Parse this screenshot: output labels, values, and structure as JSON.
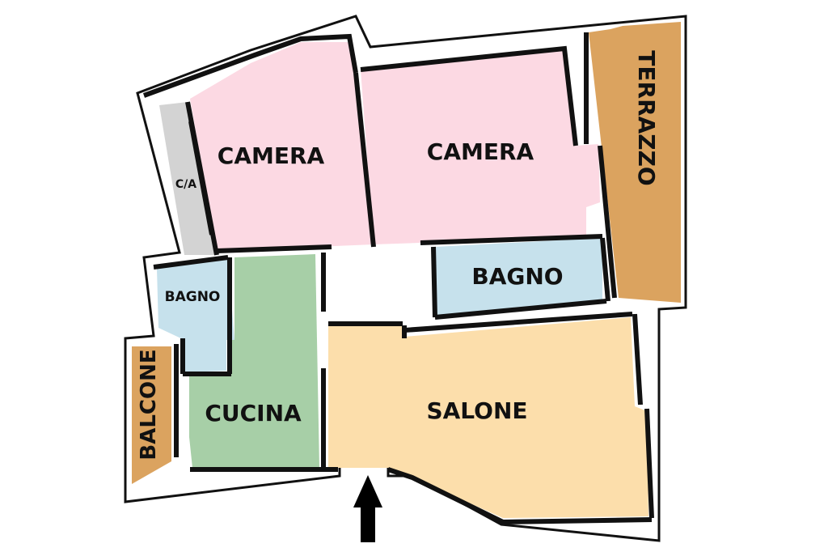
{
  "plan": {
    "rooms": {
      "camera_left": {
        "label": "CAMERA",
        "color": "#fcd9e3"
      },
      "camera_right": {
        "label": "CAMERA",
        "color": "#fcd9e3"
      },
      "ca": {
        "label": "C/A",
        "color": "#d3d3d3"
      },
      "terrazzo": {
        "label": "TERRAZZO",
        "color": "#dba35f"
      },
      "bagno_small": {
        "label": "BAGNO",
        "color": "#c6e1ec"
      },
      "bagno_main": {
        "label": "BAGNO",
        "color": "#c6e1ec"
      },
      "cucina": {
        "label": "CUCINA",
        "color": "#a7cfa7"
      },
      "salone": {
        "label": "SALONE",
        "color": "#fcdeab"
      },
      "balcone": {
        "label": "BALCONE",
        "color": "#dba35f"
      }
    },
    "wall_color": "#111111",
    "arrow_icon": "entrance-arrow"
  }
}
